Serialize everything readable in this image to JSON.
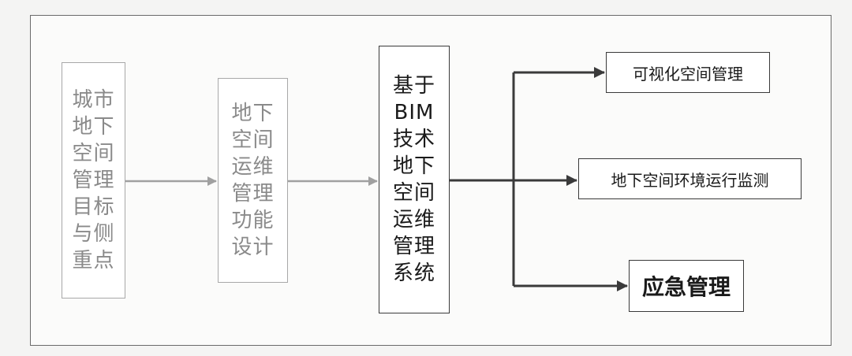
{
  "diagram": {
    "nodes": {
      "goals": "城市\n地下\n空间\n管理\n目标\n与侧\n重点",
      "design": "地下\n空间\n运维\n管理\n功能\n设计",
      "system": "基于\nBIM\n技术\n地下\n空间\n运维\n管理\n系统",
      "visual": "可视化空间管理",
      "monitor": "地下空间环境运行监测",
      "emergency": "应急管理"
    },
    "edges": [
      {
        "from": "goals",
        "to": "design"
      },
      {
        "from": "design",
        "to": "system"
      },
      {
        "from": "system",
        "to": "visual"
      },
      {
        "from": "system",
        "to": "monitor"
      },
      {
        "from": "system",
        "to": "emergency"
      }
    ],
    "colors": {
      "faint_line": "#a0a0a0",
      "dark_line": "#3a3a3a"
    }
  }
}
